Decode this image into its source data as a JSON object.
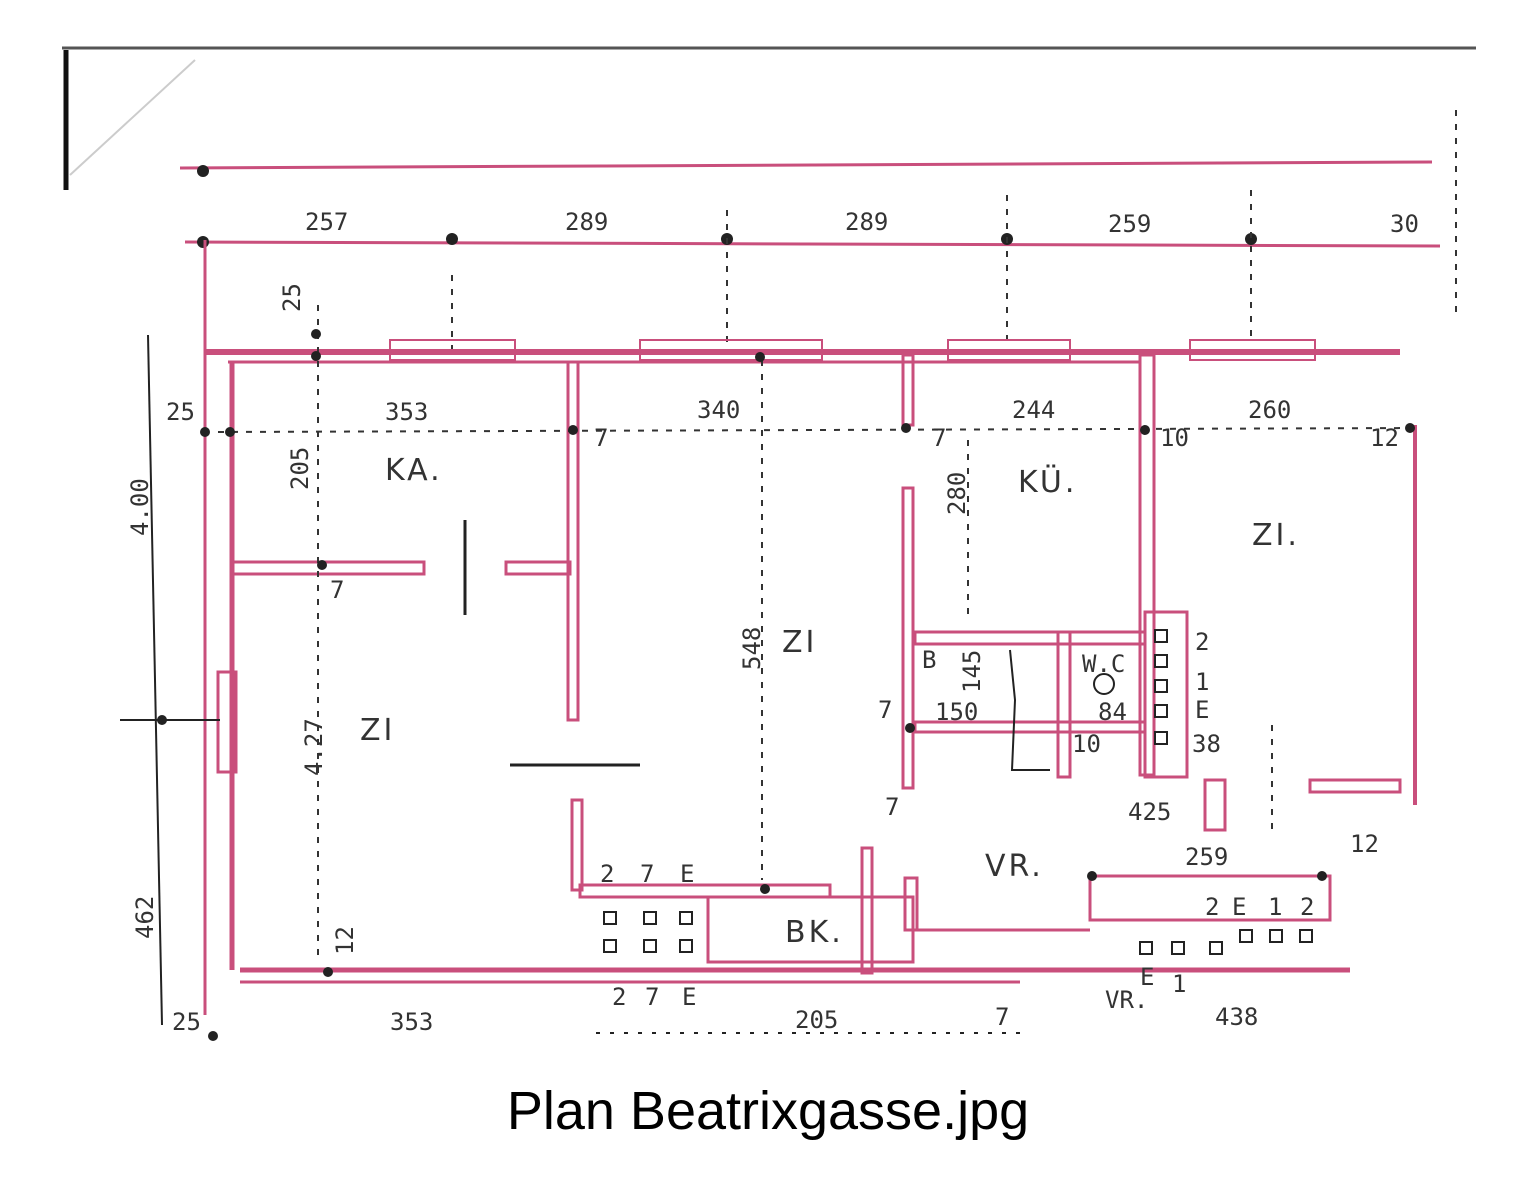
{
  "caption": "Plan Beatrixgasse.jpg",
  "colors": {
    "wall": "#c94f7c",
    "ink": "#222222",
    "paper": "#ffffff"
  },
  "dimensions": {
    "top": [
      "257",
      "289",
      "289",
      "259",
      "30"
    ],
    "rooms_row": [
      "25",
      "353",
      "340",
      "244",
      "260"
    ],
    "markers": [
      "25",
      "7",
      "7",
      "10",
      "12",
      "205",
      "280",
      "7",
      "548",
      "4.27",
      "4.00",
      "462",
      "12",
      "25"
    ],
    "bath": [
      "145",
      "150",
      "84",
      "10",
      "7",
      "7",
      "425",
      "38",
      "259",
      "12"
    ],
    "bottom": [
      "353",
      "205",
      "7",
      "438"
    ],
    "stair_marks": [
      "2",
      "1",
      "E",
      "2",
      "7",
      "E",
      "2",
      "7",
      "E",
      "2",
      "E",
      "1",
      "2",
      "E",
      "1"
    ]
  },
  "rooms": {
    "ka": "KA.",
    "zi_left": "ZI",
    "zi_center": "ZI",
    "kue": "KÜ.",
    "zi_right": "ZI.",
    "b": "B",
    "wc": "W.C",
    "vr": "VR.",
    "bk": "BK.",
    "vr2": "VR."
  }
}
